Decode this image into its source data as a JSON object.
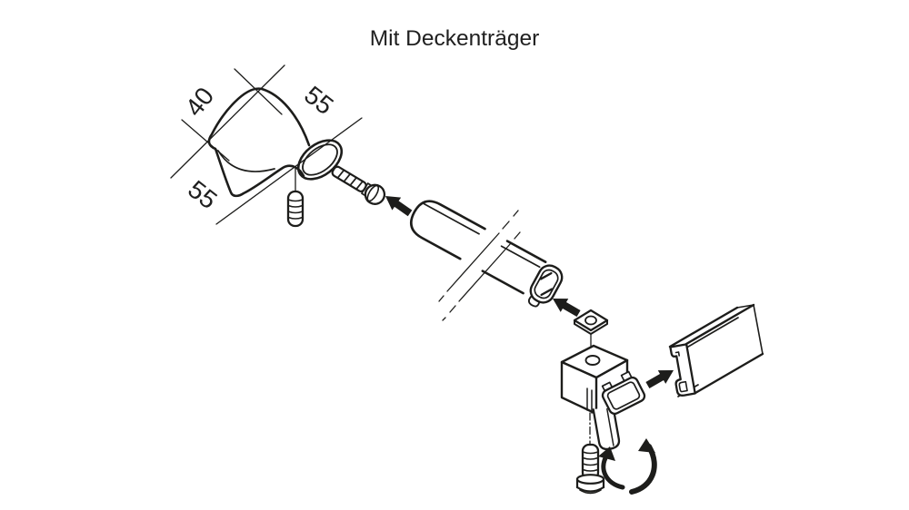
{
  "title": "Mit Deckenträger",
  "diagram": {
    "dimension_labels": {
      "width": "40",
      "top_length": "55",
      "height": "55"
    }
  },
  "colors": {
    "line": "#1d1d1b",
    "text": "#1f1f1f",
    "background": "#ffffff"
  }
}
